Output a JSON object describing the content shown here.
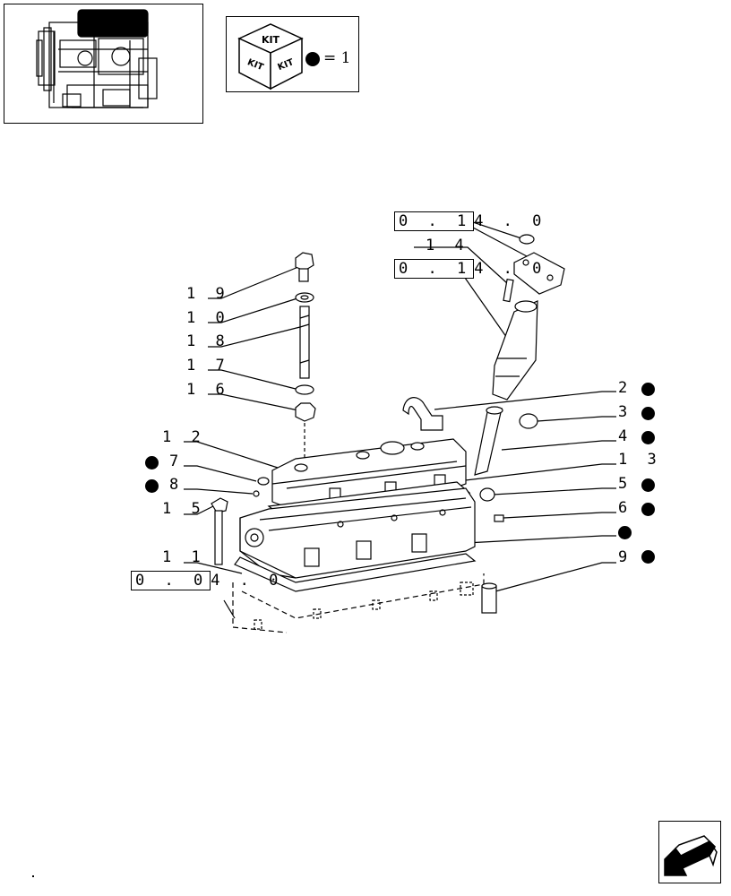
{
  "kit_legend": {
    "kit_text": "KIT",
    "equals": "= 1"
  },
  "refs": {
    "r1_box": "0 . 1",
    "r1_tail": "4 . 0",
    "r2_box": "0 . 1",
    "r2_tail": "4 . 0",
    "r3_box": "0 . 0",
    "r3_tail": "4 . 0"
  },
  "labels": {
    "l14": "1 4",
    "l19": "1 9",
    "l10": "1 0",
    "l18": "1 8",
    "l17": "1 7",
    "l16": "1 6",
    "l12": "1 2",
    "l7": "7",
    "l8": "8",
    "l15": "1 5",
    "l11": "1 1",
    "l2": "2",
    "l3": "3",
    "l4": "4",
    "l13": "1 3",
    "l5": "5",
    "l6": "6",
    "l9": "9"
  },
  "icons": {
    "thumbnail": "engine-thumbnail-icon",
    "kit": "kit-cube-icon",
    "nav": "next-page-arrow-icon"
  }
}
